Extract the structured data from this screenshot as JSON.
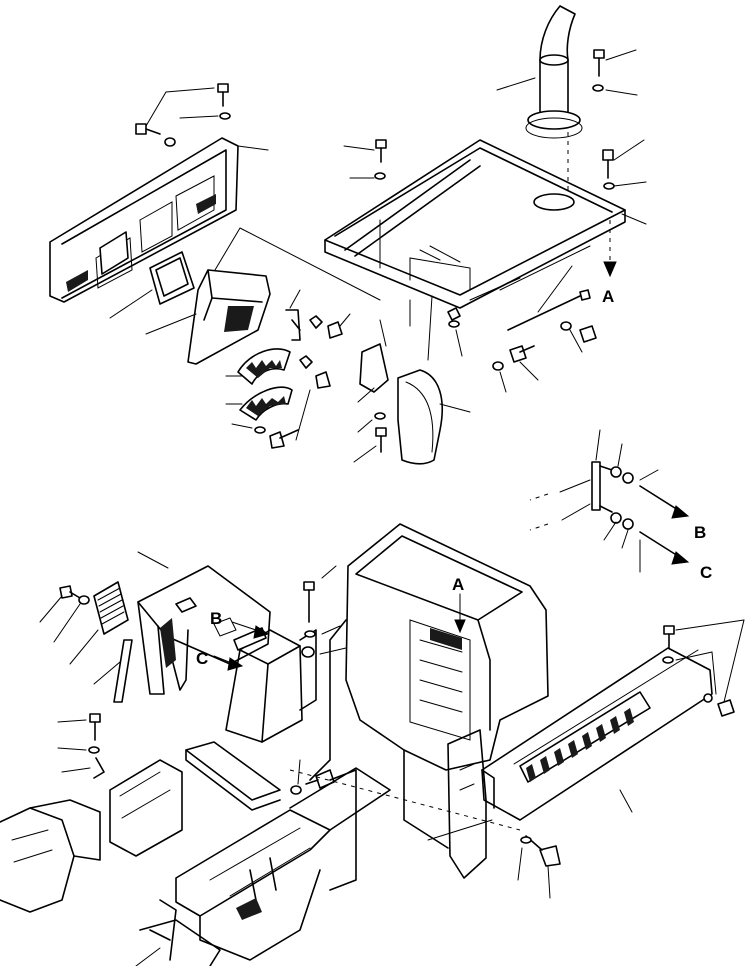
{
  "diagram": {
    "callouts": {
      "a_top": "A",
      "a_mid": "A",
      "b_right": "B",
      "c_right": "C",
      "b_left": "B",
      "c_left": "C"
    }
  }
}
